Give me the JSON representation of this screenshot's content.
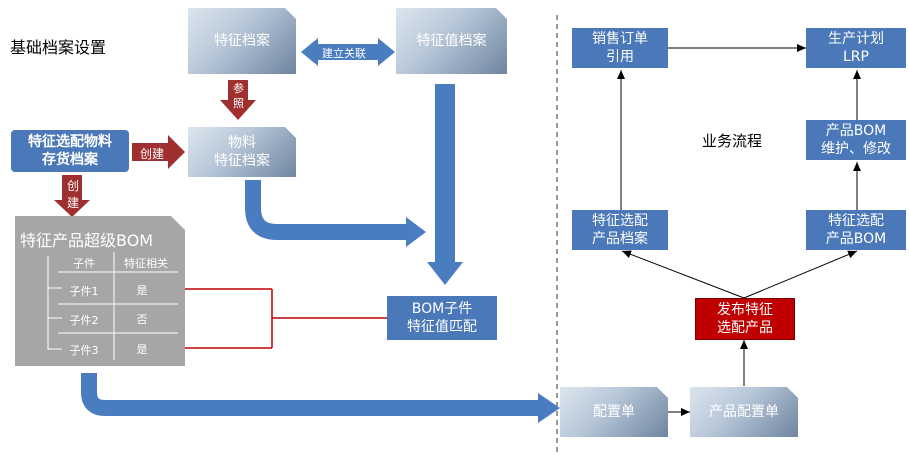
{
  "title": "基础档案设置",
  "flow_title": "业务流程",
  "boxes": {
    "feature_file": "特征档案",
    "feature_value_file": "特征值档案",
    "material_feature": [
      "物料",
      "特征档案"
    ],
    "feature_material": [
      "特征选配物料",
      "存货档案"
    ],
    "bom_match": [
      "BOM子件",
      "特征值匹配"
    ],
    "super_bom": "特征产品超级BOM",
    "config_sheet": "配置单",
    "product_config": "产品配置单",
    "sales_order": [
      "销售订单",
      "引用"
    ],
    "production_plan": [
      "生产计划",
      "LRP"
    ],
    "product_bom_maintain": [
      "产品BOM",
      "维护、修改"
    ],
    "feature_product_file": [
      "特征选配",
      "产品档案"
    ],
    "feature_product_bom": [
      "特征选配",
      "产品BOM"
    ],
    "publish": [
      "发布特征",
      "选配产品"
    ]
  },
  "arrow_labels": {
    "link": "建立关联",
    "ref": [
      "参",
      "照"
    ],
    "create_right": "创建",
    "create_down": [
      "创",
      "建"
    ]
  },
  "table": {
    "headers": [
      "子件",
      "特征相关"
    ],
    "rows": [
      {
        "part": "子件1",
        "related": "是"
      },
      {
        "part": "子件2",
        "related": "否"
      },
      {
        "part": "子件3",
        "related": "是"
      }
    ]
  },
  "colors": {
    "blue_arrow": "#4a7cc0",
    "red_arrow": "#a03030",
    "red_line": "#c00000",
    "blue_box": "#4a78b8",
    "red_box": "#c00000",
    "gray_box": "#a6a6a6"
  }
}
